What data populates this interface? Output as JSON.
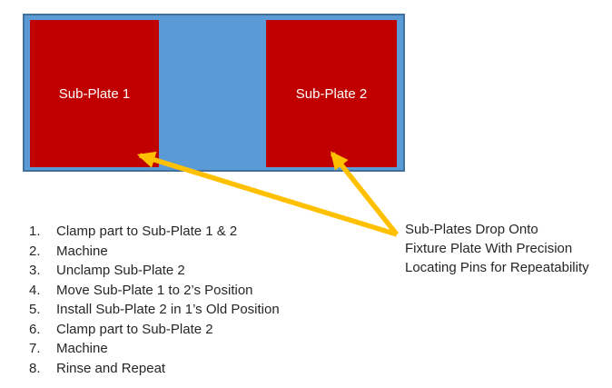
{
  "diagram": {
    "fixture_plate": {
      "fill_color": "#5B9BD5",
      "border_color": "#41719C"
    },
    "sub_plate_1": {
      "label": "Sub-Plate 1",
      "fill_color": "#C00000",
      "text_color": "#FFFFFF"
    },
    "sub_plate_2": {
      "label": "Sub-Plate 2",
      "fill_color": "#C00000",
      "text_color": "#FFFFFF"
    },
    "arrow_color": "#FFC000"
  },
  "steps": {
    "items": [
      {
        "num": "1.",
        "text": "Clamp part to Sub-Plate 1 & 2"
      },
      {
        "num": "2.",
        "text": "Machine"
      },
      {
        "num": "3.",
        "text": "Unclamp Sub-Plate 2"
      },
      {
        "num": "4.",
        "text": "Move Sub-Plate 1 to 2’s Position"
      },
      {
        "num": "5.",
        "text": "Install Sub-Plate 2 in 1’s Old Position"
      },
      {
        "num": "6.",
        "text": "Clamp part to Sub-Plate 2"
      },
      {
        "num": "7.",
        "text": "Machine"
      },
      {
        "num": "8.",
        "text": "Rinse and Repeat"
      }
    ]
  },
  "annotation": {
    "lines": [
      "Sub-Plates Drop Onto",
      "Fixture Plate With Precision",
      "Locating Pins for Repeatability"
    ],
    "text_color": "#262626"
  }
}
